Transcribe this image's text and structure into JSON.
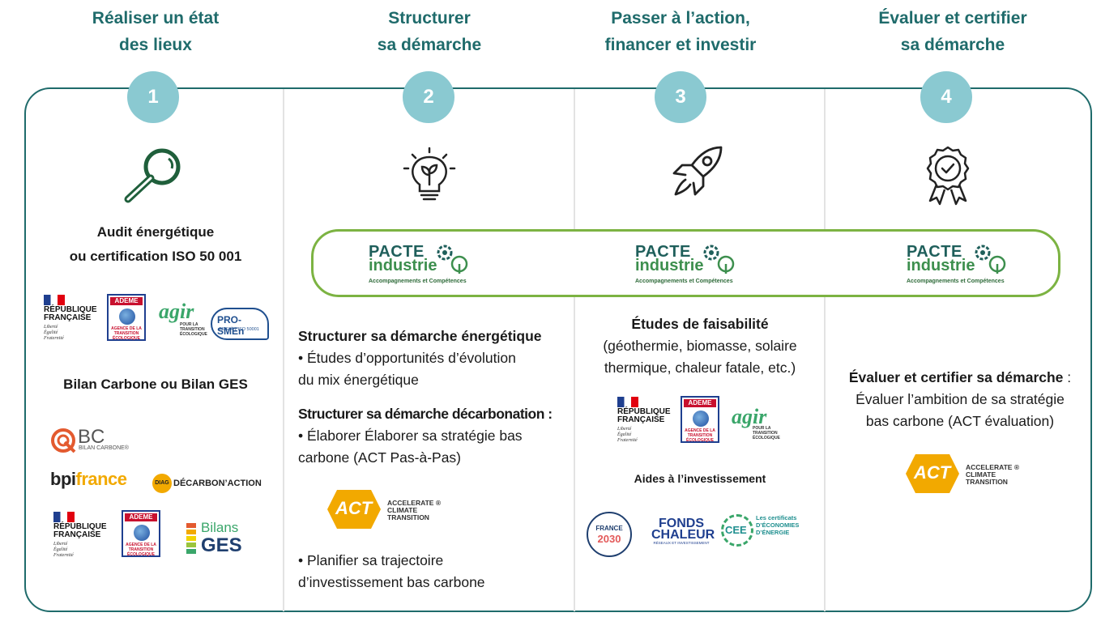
{
  "steps": [
    {
      "number": "1",
      "title_line1": "Réaliser un état",
      "title_line2": "des lieux"
    },
    {
      "number": "2",
      "title_line1": "Structurer",
      "title_line2": "sa démarche"
    },
    {
      "number": "3",
      "title_line1": "Passer à l’action,",
      "title_line2": "financer et investir"
    },
    {
      "number": "4",
      "title_line1": "Évaluer et certifier",
      "title_line2": "sa démarche"
    }
  ],
  "pacte": {
    "line1": "PACTE",
    "line2": "industrie",
    "line3": "Accompagnements et Compétences"
  },
  "col1": {
    "heading_line1": "Audit énergétique",
    "heading_line2": "ou certification ISO 50 001",
    "heading2": "Bilan Carbone ou Bilan GES"
  },
  "col2": {
    "h1": "Structurer sa démarche énergétique",
    "b1_line1": "• Études d’opportunités d’évolution",
    "b1_line2": "du mix énergétique",
    "h2": "Structurer sa démarche décarbonation :",
    "b2_line1": "•  Élaborer Élaborer sa stratégie bas",
    "b2_line2": "carbone  (ACT Pas-à-Pas)",
    "b3_line1": "• Planifier sa trajectoire",
    "b3_line2": "d’investissement bas carbone"
  },
  "col3": {
    "h1": "Études de faisabilité",
    "t1_line1": "(géothermie, biomasse, solaire",
    "t1_line2": "thermique, chaleur fatale, etc.)",
    "h2": "Aides à l’investissement"
  },
  "col4": {
    "h1": "Évaluer et certifier sa démarche",
    "h1_suffix": " :",
    "t1_line1": "Évaluer l’ambition de sa stratégie",
    "t1_line2": "bas carbone (ACT évaluation)"
  },
  "logos": {
    "rf_line1": "RÉPUBLIQUE",
    "rf_line2": "FRANÇAISE",
    "rf_motto1": "Liberté",
    "rf_motto2": "Égalité",
    "rf_motto3": "Fraternité",
    "ademe": "ADEME",
    "ademe_sub": "AGENCE DE LA TRANSITION ÉCOLOGIQUE",
    "agir": "agir",
    "agir_sub1": "POUR LA",
    "agir_sub2": "TRANSITION",
    "agir_sub3": "ÉCOLOGIQUE",
    "prosme_title": "PRO-SMEn",
    "prosme_sub": "AIDE À L’ISO 50001",
    "bc_letters": "BC",
    "bc_sub": "BILAN CARBONE®",
    "bpi_1": "bpi",
    "bpi_2": "france",
    "decarb_badge": "DIAG",
    "decarb_text": "DÉCARBON’ACTION",
    "bilans_1": "Bilans",
    "bilans_2": "GES",
    "act_badge": "ACT",
    "act_l1": "ACCELERATE ®",
    "act_l2": "CLIMATE",
    "act_l3": "TRANSITION",
    "france2030_1": "FRANCE",
    "france2030_2": "2030",
    "fonds_1": "FONDS",
    "fonds_2": "CHALEUR",
    "fonds_sub": "RÉSEAUX ET INVESTISSEMENT",
    "cee_badge": "CEE",
    "cee_l1": "Les certificats",
    "cee_l2": "D’ÉCONOMIES",
    "cee_l3": "D’ÉNERGIE"
  },
  "colors": {
    "teal": "#1f6b6b",
    "circle": "#8ac9d1",
    "green": "#7cb342",
    "act_orange": "#f2a900"
  }
}
